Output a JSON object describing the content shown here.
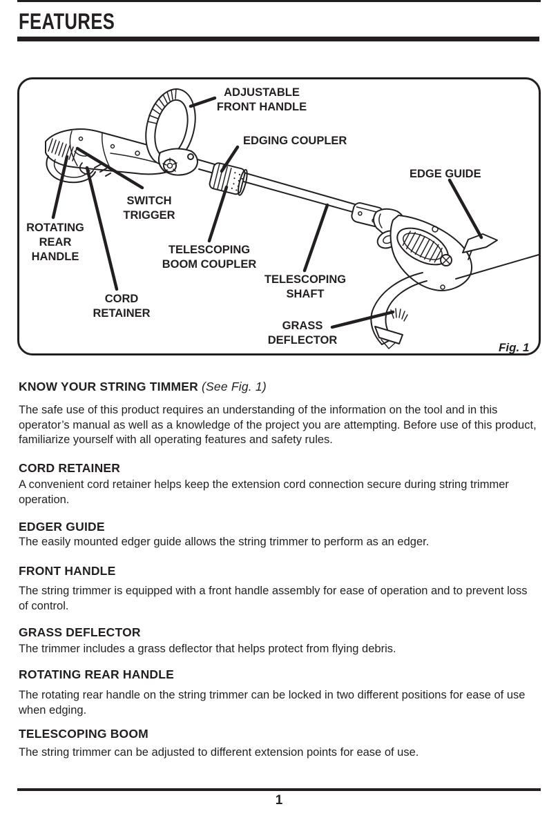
{
  "page": {
    "title": "FEATURES",
    "page_number": "1"
  },
  "colors": {
    "ink": "#231f20",
    "paper": "#ffffff"
  },
  "figure": {
    "caption": "Fig. 1",
    "labels": {
      "adjustable_front_handle": "ADJUSTABLE\nFRONT HANDLE",
      "edging_coupler": "EDGING COUPLER",
      "edge_guide": "EDGE GUIDE",
      "switch_trigger": "SWITCH\nTRIGGER",
      "rotating_rear_handle": "ROTATING\nREAR\nHANDLE",
      "cord_retainer": "CORD\nRETAINER",
      "telescoping_boom_coupler": "TELESCOPING\nBOOM COUPLER",
      "telescoping_shaft": "TELESCOPING\nSHAFT",
      "grass_deflector": "GRASS\nDEFLECTOR"
    }
  },
  "sections": [
    {
      "heading": "KNOW YOUR STRING TIMMER",
      "heading_suffix": " (See Fig. 1)",
      "body": "The safe use of this product requires an understanding of the information on the tool and in this operator’s manual as well as a knowledge of the project you are attempting. Before use of this product, familiarize yourself with all operating features and safety rules."
    },
    {
      "heading": "CORD RETAINER",
      "body": "A convenient cord retainer helps keep the extension cord connection secure during string trimmer operation."
    },
    {
      "heading": "EDGER GUIDE",
      "body": "The easily mounted edger guide allows the string trimmer to perform as an edger."
    },
    {
      "heading": "FRONT HANDLE",
      "body": "The string trimmer is equipped with a front handle assembly for ease of operation and to prevent loss of control."
    },
    {
      "heading": "GRASS DEFLECTOR",
      "body": "The trimmer includes a grass deflector that helps protect from flying debris."
    },
    {
      "heading": "ROTATING REAR HANDLE",
      "body": "The rotating rear handle on the string trimmer can be locked in two different positions for ease of use when edging."
    },
    {
      "heading": "TELESCOPING BOOM",
      "body": "The string trimmer can be adjusted to different extension points for ease of use."
    }
  ]
}
